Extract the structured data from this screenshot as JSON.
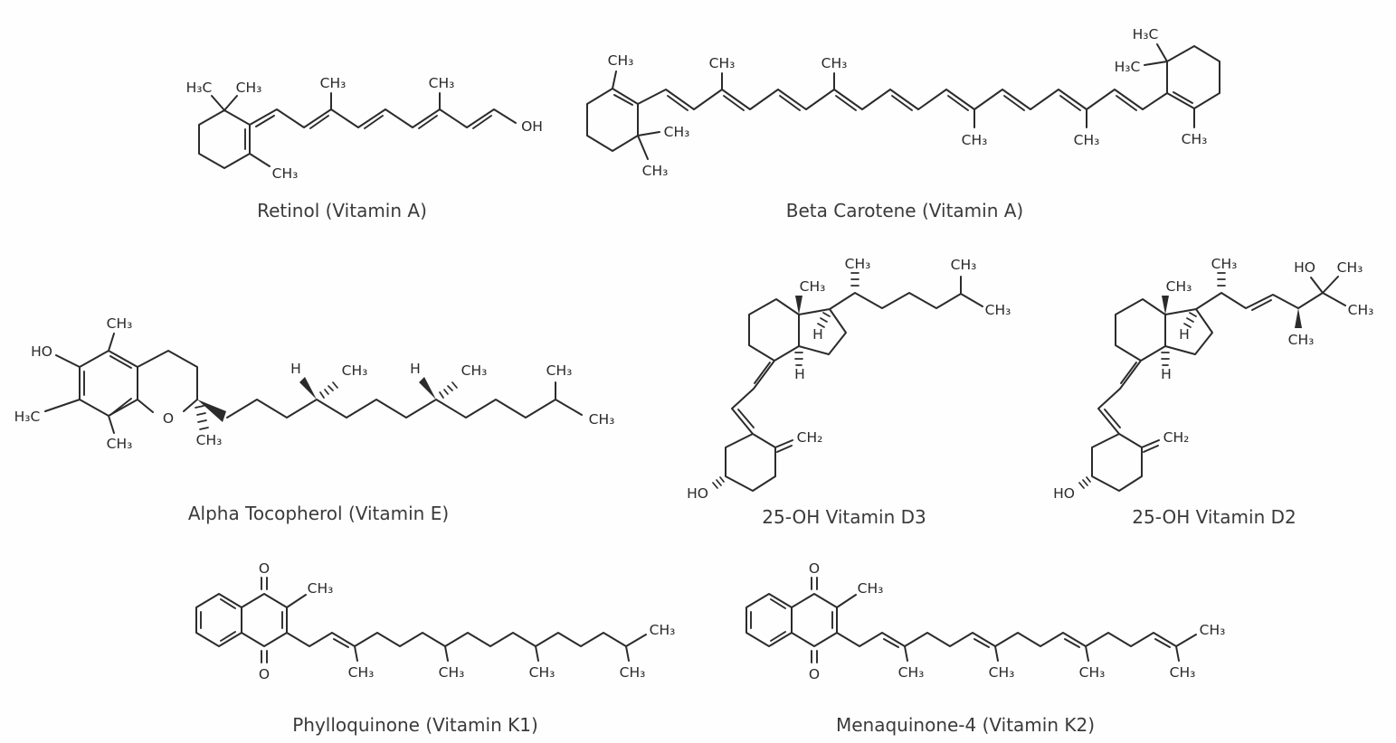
{
  "figure": {
    "background": "#fefefe",
    "bond_color": "#2b2b2b",
    "label_color": "#2a2a2a",
    "caption_color": "#3a3a3a"
  },
  "molecules": {
    "retinol": {
      "caption": "Retinol (Vitamin A)",
      "atoms": [
        "H₃C",
        "CH₃",
        "CH₃",
        "CH₃",
        "CH₃",
        "OH"
      ]
    },
    "beta_carotene": {
      "caption": "Beta Carotene (Vitamin A)",
      "atoms": [
        "CH₃",
        "CH₃",
        "CH₃",
        "CH₃",
        "CH₃",
        "CH₃",
        "CH₃",
        "H₃C",
        "H₃C",
        "CH₃"
      ]
    },
    "alpha_tocopherol": {
      "caption": "Alpha Tocopherol (Vitamin E)",
      "atoms": [
        "HO",
        "CH₃",
        "H₃C",
        "CH₃",
        "O",
        "CH₃",
        "H",
        "CH₃",
        "H",
        "CH₃",
        "CH₃",
        "CH₃"
      ]
    },
    "vitamin_d3": {
      "caption": "25-OH Vitamin D3",
      "atoms": [
        "CH₃",
        "CH₃",
        "CH₃",
        "CH₃",
        "H",
        "H",
        "CH₂",
        "HO"
      ]
    },
    "vitamin_d2": {
      "caption": "25-OH Vitamin D2",
      "atoms": [
        "CH₃",
        "CH₃",
        "HO",
        "CH₃",
        "CH₃",
        "CH₃",
        "H",
        "H",
        "CH₂",
        "HO"
      ]
    },
    "phylloquinone": {
      "caption": "Phylloquinone (Vitamin K1)",
      "atoms": [
        "O",
        "CH₃",
        "O",
        "CH₃",
        "CH₃",
        "CH₃",
        "CH₃",
        "CH₃"
      ]
    },
    "menaquinone": {
      "caption": "Menaquinone-4 (Vitamin K2)",
      "atoms": [
        "O",
        "CH₃",
        "O",
        "CH₃",
        "CH₃",
        "CH₃",
        "CH₃",
        "CH₃"
      ]
    }
  }
}
